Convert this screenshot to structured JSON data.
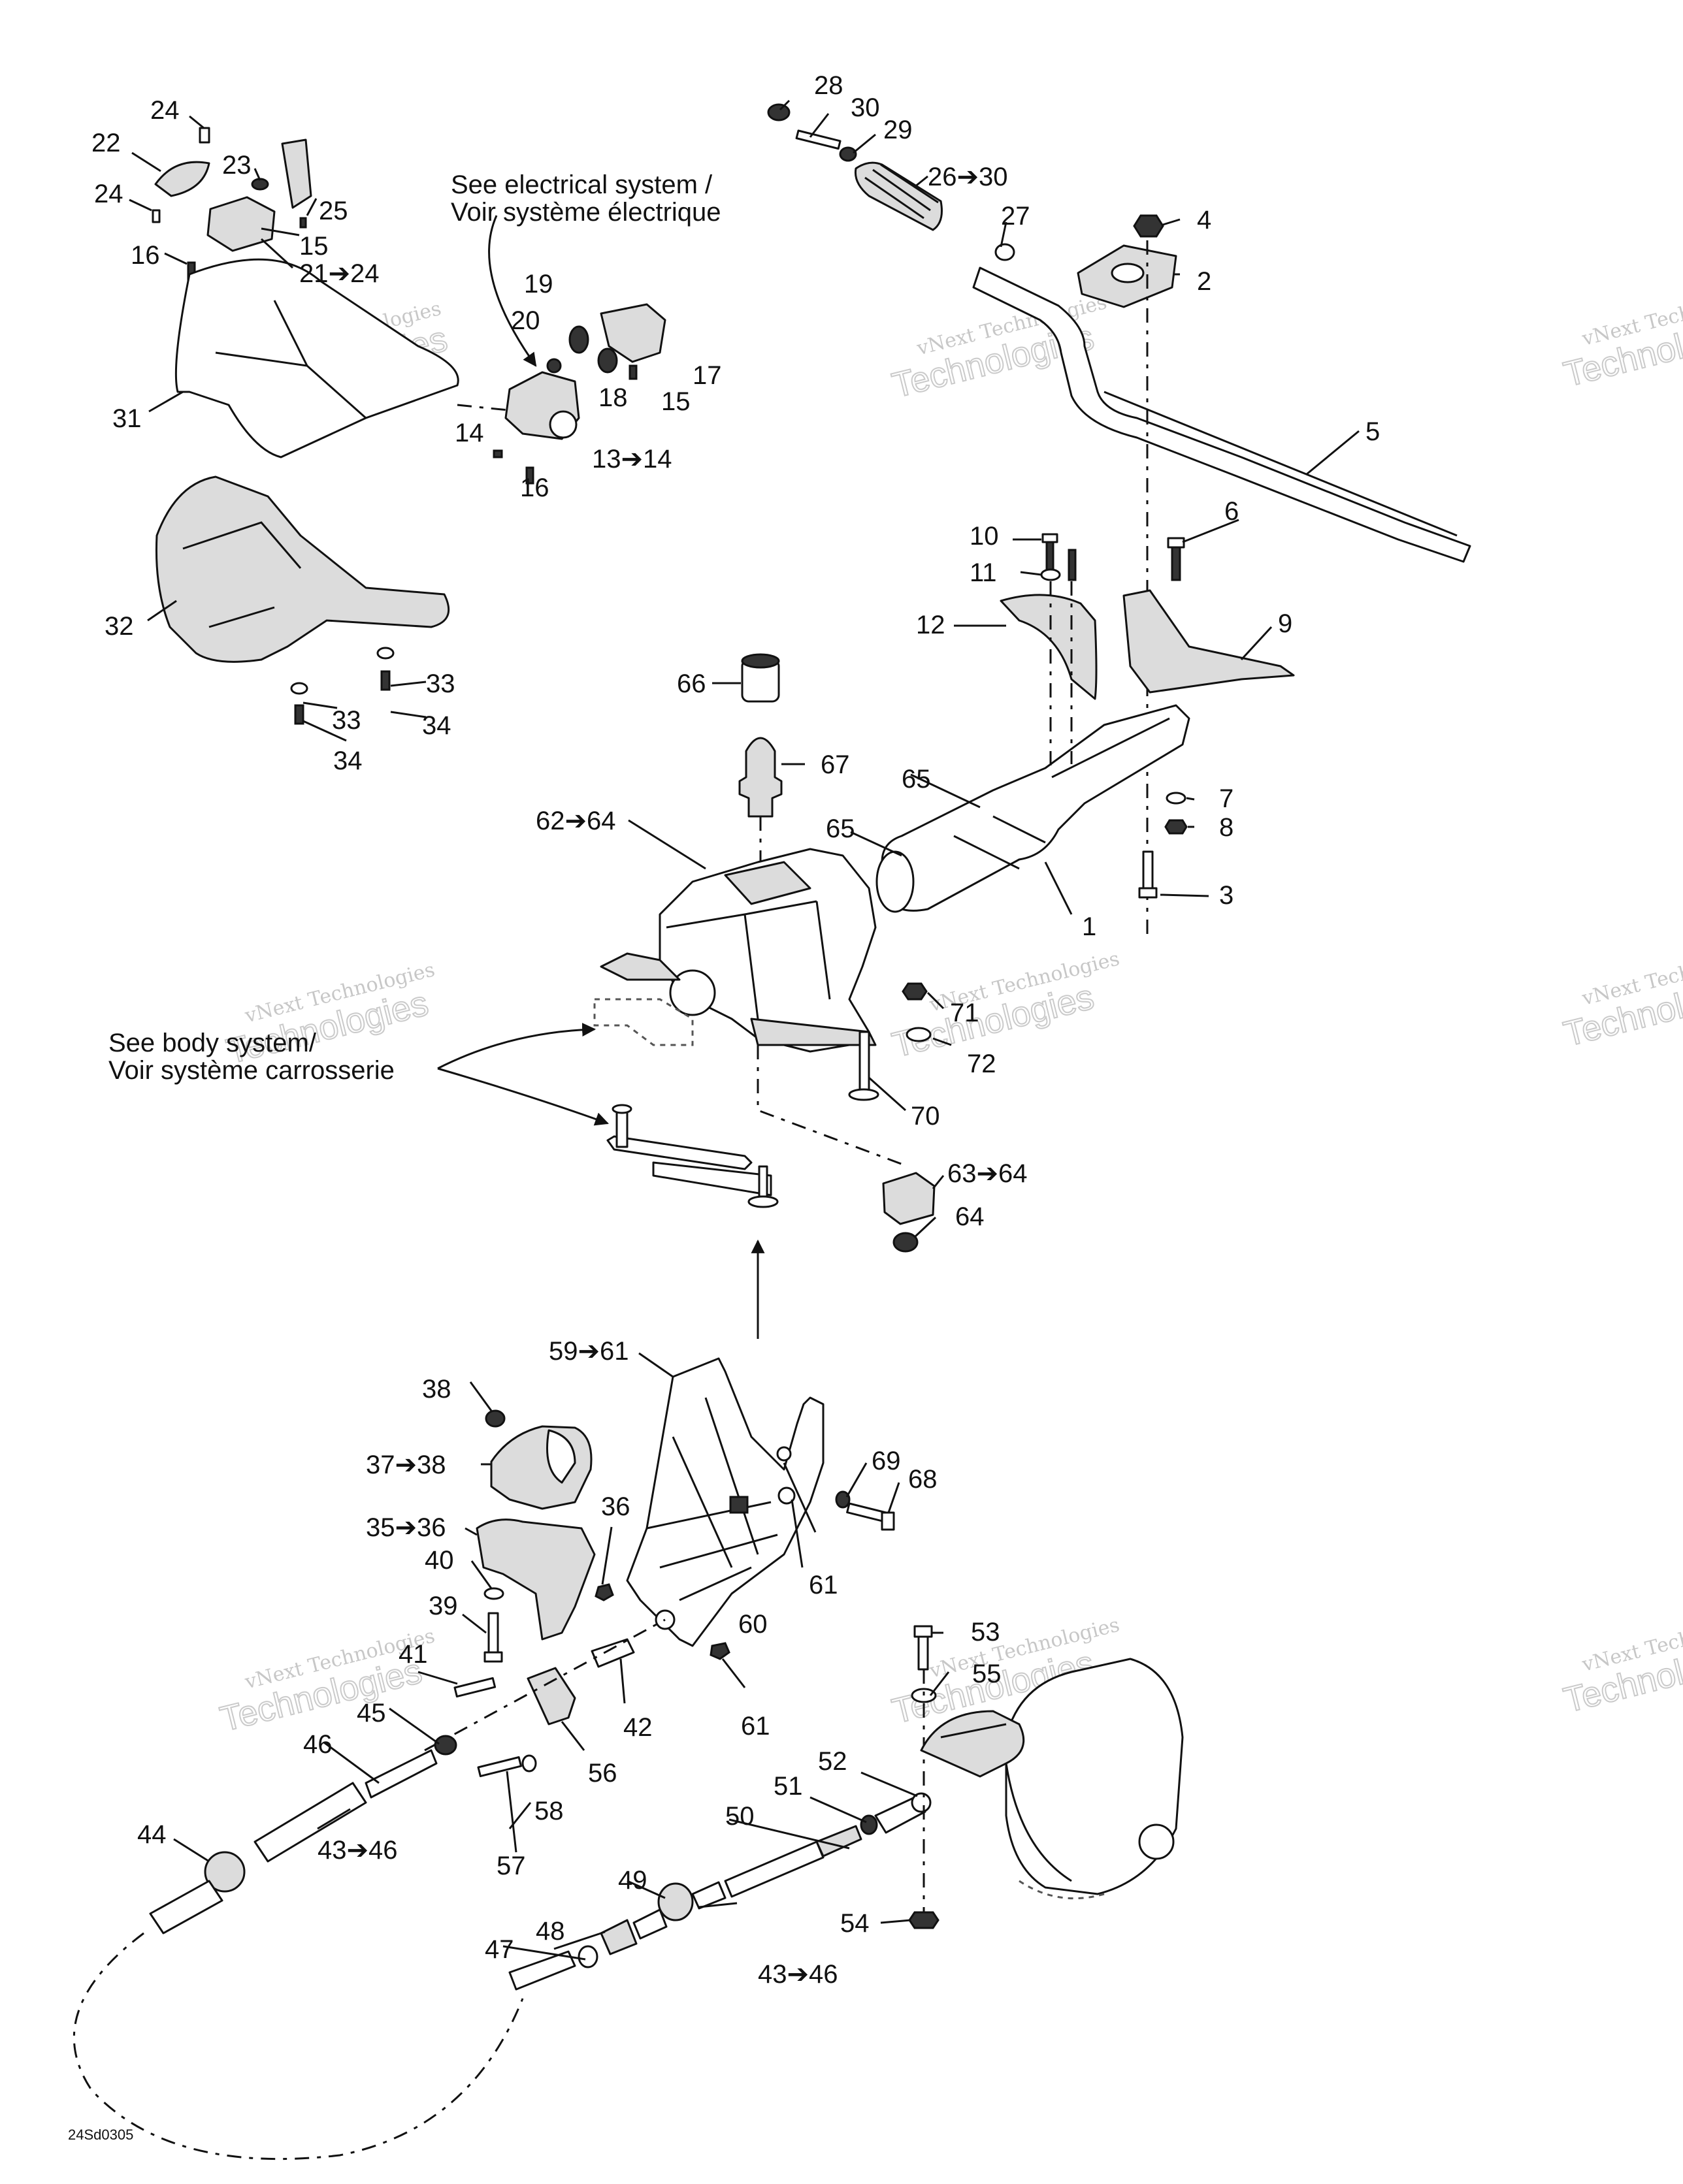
{
  "notes": {
    "electrical": [
      "See electrical system /",
      "Voir système électrique"
    ],
    "body": [
      "See body system/",
      "Voir système carrosserie"
    ]
  },
  "diagram_code": "24Sd0305",
  "watermark": {
    "line1": "vNext Technologies",
    "line2": "Technologies"
  },
  "callouts": {
    "c1": "1",
    "c2": "2",
    "c3": "3",
    "c4": "4",
    "c5": "5",
    "c6": "6",
    "c7": "7",
    "c8": "8",
    "c9": "9",
    "c10": "10",
    "c11": "11",
    "c12": "12",
    "c13": "13➔14",
    "c14": "14",
    "c15a": "15",
    "c15b": "15",
    "c16a": "16",
    "c16b": "16",
    "c17": "17",
    "c18": "18",
    "c19": "19",
    "c20": "20",
    "c21": "21➔24",
    "c22": "22",
    "c23": "23",
    "c24a": "24",
    "c24b": "24",
    "c25": "25",
    "c26": "26➔30",
    "c27": "27",
    "c28": "28",
    "c29": "29",
    "c30": "30",
    "c31": "31",
    "c32": "32",
    "c33a": "33",
    "c33b": "33",
    "c34a": "34",
    "c34b": "34",
    "c35": "35➔36",
    "c36": "36",
    "c37": "37➔38",
    "c38": "38",
    "c39": "39",
    "c40": "40",
    "c41": "41",
    "c42": "42",
    "c43a": "43➔46",
    "c43b": "43➔46",
    "c44": "44",
    "c45": "45",
    "c46": "46",
    "c47": "47",
    "c48": "48",
    "c49": "49",
    "c50": "50",
    "c51": "51",
    "c52": "52",
    "c53": "53",
    "c54": "54",
    "c55": "55",
    "c56": "56",
    "c57": "57",
    "c58": "58",
    "c59": "59➔61",
    "c60": "60",
    "c61a": "61",
    "c61b": "61",
    "c62": "62➔64",
    "c63": "63➔64",
    "c64": "64",
    "c65a": "65",
    "c65b": "65",
    "c66": "66",
    "c67": "67",
    "c68": "68",
    "c69": "69",
    "c70": "70",
    "c71": "71",
    "c72": "72"
  }
}
